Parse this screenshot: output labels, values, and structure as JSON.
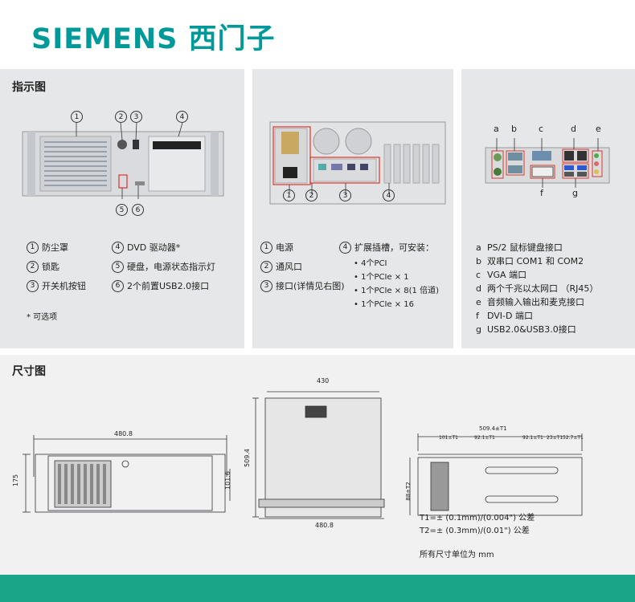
{
  "brand": {
    "logo_text": "SIEMENS 西门子",
    "color": "#009999"
  },
  "indicator": {
    "title": "指示图",
    "front_callouts": [
      "1",
      "2",
      "3",
      "4",
      "5",
      "6"
    ],
    "front_legend_left": [
      {
        "num": "1",
        "text": "防尘罩"
      },
      {
        "num": "2",
        "text": "锁匙"
      },
      {
        "num": "3",
        "text": "开关机按钮"
      }
    ],
    "front_legend_right": [
      {
        "num": "4",
        "text": "DVD 驱动器*"
      },
      {
        "num": "5",
        "text": "硬盘，电源状态指示灯"
      },
      {
        "num": "6",
        "text": "2个前置USB2.0接口"
      }
    ],
    "optional_note": "* 可选项",
    "rear_callouts": [
      "1",
      "2",
      "3",
      "4"
    ],
    "rear_legend_left": [
      {
        "num": "1",
        "text": "电源"
      },
      {
        "num": "2",
        "text": "通风口"
      },
      {
        "num": "3",
        "text": "接口(详情见右图)"
      }
    ],
    "rear_legend_right_title": {
      "num": "4",
      "text": "扩展插槽，可安装："
    },
    "rear_slots": [
      "• 4个PCI",
      "• 1个PCIe × 1",
      "• 1个PCIe × 8(1 倍道)",
      "• 1个PCIe × 16"
    ],
    "io_labels_top": [
      "a",
      "b",
      "c",
      "d",
      "e"
    ],
    "io_labels_bottom": [
      "f",
      "g"
    ],
    "io_legend": [
      {
        "letter": "a",
        "text": "PS/2 鼠标键盘接口"
      },
      {
        "letter": "b",
        "text": "双串口 COM1 和 COM2"
      },
      {
        "letter": "c",
        "text": "VGA 端口"
      },
      {
        "letter": "d",
        "text": "两个千兆以太网口 （RJ45）"
      },
      {
        "letter": "e",
        "text": "音频输入输出和麦克接口"
      },
      {
        "letter": "f",
        "text": "DVI-D 端口"
      },
      {
        "letter": "g",
        "text": "USB2.0&USB3.0接口"
      }
    ]
  },
  "dimensions": {
    "title": "尺寸图",
    "front_width": "480.8",
    "front_height": "175",
    "front_inner_height": "101.6",
    "top_width": "430",
    "top_depth": "509.4",
    "top_bottom_width": "480.8",
    "side_total": "509.4±T1",
    "side_segments": [
      "101±T1",
      "92.1±T1",
      "92.1±T1",
      "23±T1",
      "52.7±T1"
    ],
    "side_height": "88±T2",
    "tolerance_t1": "T1=± (0.1mm)/(0.004\") 公差",
    "tolerance_t2": "T2=± (0.3mm)/(0.01\") 公差",
    "unit_note": "所有尺寸单位为 mm"
  }
}
